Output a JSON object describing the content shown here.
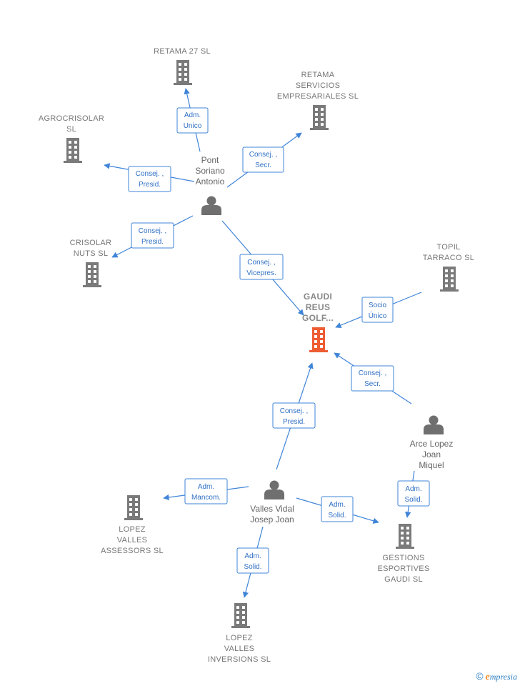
{
  "companies": [
    {
      "id": "retama27",
      "lines": [
        "RETAMA 27 SL"
      ]
    },
    {
      "id": "retama_serv",
      "lines": [
        "RETAMA",
        "SERVICIOS",
        "EMPRESARIALES SL"
      ]
    },
    {
      "id": "agrocrisolar",
      "lines": [
        "AGROCRISOLAR",
        "SL"
      ]
    },
    {
      "id": "crisolar",
      "lines": [
        "CRISOLAR",
        "NUTS  SL"
      ]
    },
    {
      "id": "topil",
      "lines": [
        "TOPIL",
        "TARRACO  SL"
      ]
    },
    {
      "id": "gaudi",
      "lines": [
        "GAUDI",
        "REUS",
        "GOLF..."
      ],
      "main": true
    },
    {
      "id": "lopez_assessors",
      "lines": [
        "LOPEZ",
        "VALLES",
        "ASSESSORS SL"
      ]
    },
    {
      "id": "gestions",
      "lines": [
        "GESTIONS",
        "ESPORTIVES",
        "GAUDI  SL"
      ]
    },
    {
      "id": "lopez_inversions",
      "lines": [
        "LOPEZ",
        "VALLES",
        "INVERSIONS SL"
      ]
    }
  ],
  "people": [
    {
      "id": "pont",
      "lines": [
        "Pont",
        "Soriano",
        "Antonio"
      ]
    },
    {
      "id": "arce",
      "lines": [
        "Arce Lopez",
        "Joan",
        "Miquel"
      ]
    },
    {
      "id": "valles",
      "lines": [
        "Valles Vidal",
        "Josep Joan"
      ]
    }
  ],
  "relations": [
    {
      "id": "r1",
      "lines": [
        "Adm.",
        "Unico"
      ]
    },
    {
      "id": "r2",
      "lines": [
        "Consej. ,",
        "Secr."
      ]
    },
    {
      "id": "r3",
      "lines": [
        "Consej. ,",
        "Presid."
      ]
    },
    {
      "id": "r4",
      "lines": [
        "Consej. ,",
        "Presid."
      ]
    },
    {
      "id": "r5",
      "lines": [
        "Consej. ,",
        "Vicepres."
      ]
    },
    {
      "id": "r6",
      "lines": [
        "Socio",
        "Único"
      ]
    },
    {
      "id": "r7",
      "lines": [
        "Consej. ,",
        "Secr."
      ]
    },
    {
      "id": "r8",
      "lines": [
        "Consej. ,",
        "Presid."
      ]
    },
    {
      "id": "r9",
      "lines": [
        "Adm.",
        "Mancom."
      ]
    },
    {
      "id": "r10",
      "lines": [
        "Adm.",
        "Solid."
      ]
    },
    {
      "id": "r11",
      "lines": [
        "Adm.",
        "Solid."
      ]
    },
    {
      "id": "r12",
      "lines": [
        "Adm.",
        "Solid."
      ]
    }
  ],
  "brand": {
    "copyright": "©",
    "initial": "e",
    "rest": "mpresia"
  }
}
